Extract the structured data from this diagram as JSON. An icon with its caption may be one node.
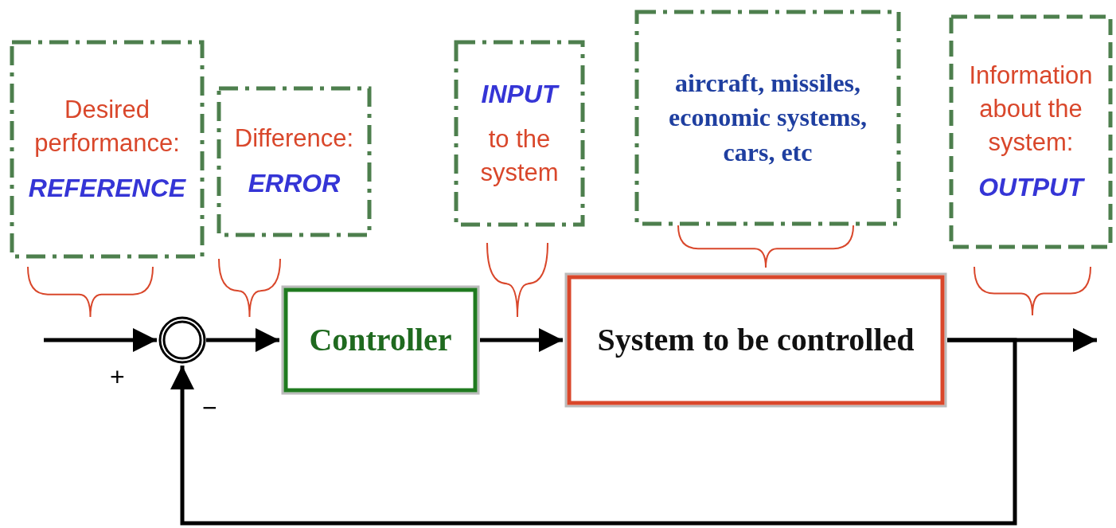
{
  "diagram": {
    "nodes": [
      {
        "text": [
          "Desired performance:",
          "REFERENCE"
        ]
      },
      {
        "text": [
          "Difference:",
          "ERROR"
        ]
      },
      {
        "text": [
          "INPUT",
          "to the system"
        ]
      },
      {
        "text": [
          "aircraft, missiles, economic systems, cars, etc"
        ]
      },
      {
        "text": [
          "Information about the system:",
          "OUTPUT"
        ]
      },
      {
        "text": [],
        "shape": "circle",
        "beside": [
          "+",
          "−"
        ]
      },
      {
        "text": [
          "Controller"
        ]
      },
      {
        "text": [
          "System to be controlled"
        ]
      }
    ],
    "edges": [
      {
        "from": null,
        "to": 5,
        "arrow": "to"
      },
      {
        "from": 5,
        "to": 6,
        "arrow": "to"
      },
      {
        "from": 6,
        "to": 7,
        "arrow": "to"
      },
      {
        "from": 7,
        "to": null,
        "arrow": "to"
      },
      {
        "from": 7,
        "to": 5,
        "arrow": "to"
      }
    ]
  }
}
